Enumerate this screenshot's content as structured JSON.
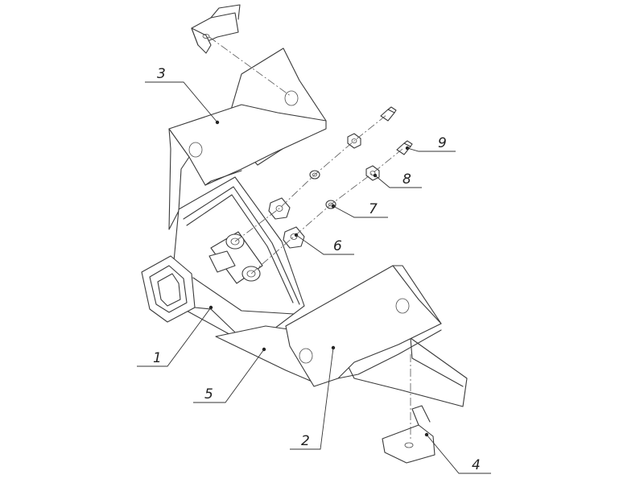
{
  "diagram": {
    "callouts": [
      {
        "id": "1",
        "label": "1"
      },
      {
        "id": "2",
        "label": "2"
      },
      {
        "id": "3",
        "label": "3"
      },
      {
        "id": "4",
        "label": "4"
      },
      {
        "id": "5",
        "label": "5"
      },
      {
        "id": "6",
        "label": "6"
      },
      {
        "id": "7",
        "label": "7"
      },
      {
        "id": "8",
        "label": "8"
      },
      {
        "id": "9",
        "label": "9"
      }
    ],
    "colors": {
      "line": "#3a3a3a",
      "background": "#ffffff"
    }
  }
}
